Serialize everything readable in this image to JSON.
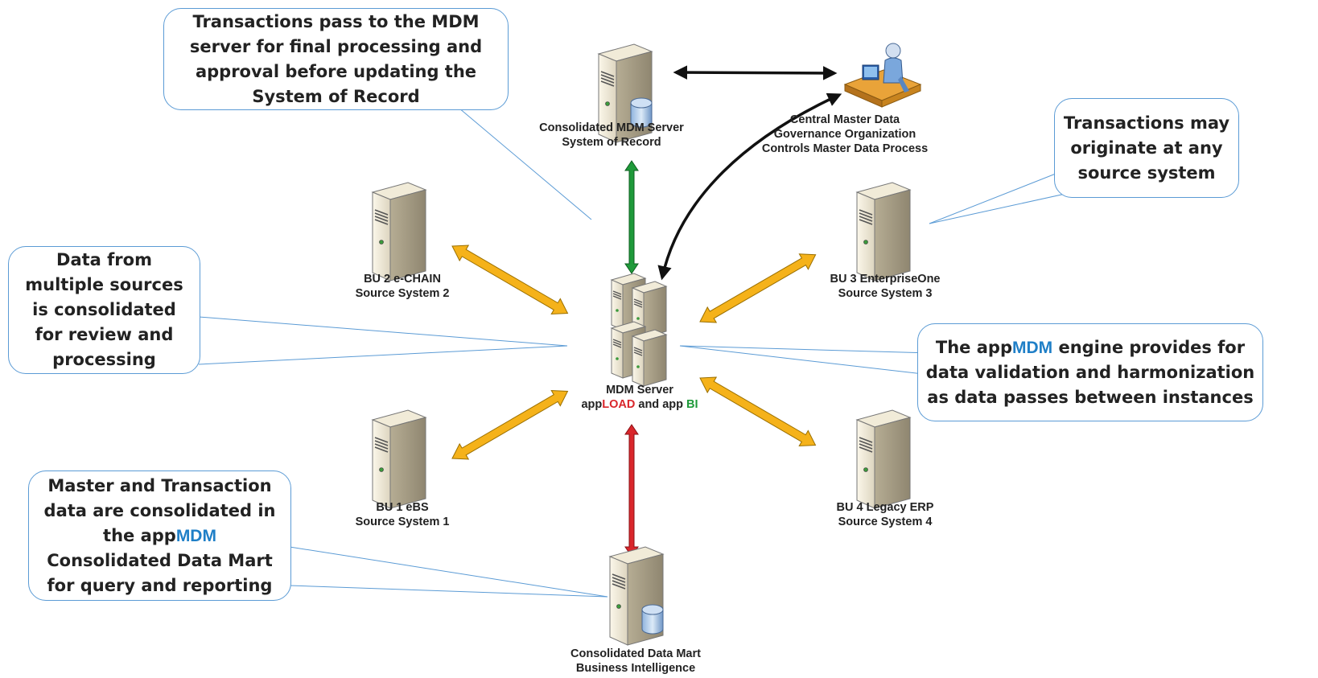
{
  "callouts": {
    "top_left": [
      "Transactions pass to the MDM",
      "server for final processing and",
      "approval before updating the",
      "System of Record"
    ],
    "left": [
      "Data from",
      "multiple sources",
      "is consolidated",
      "for review and",
      "processing"
    ],
    "bottom_left": {
      "line1": "Master and Transaction",
      "line2": "data are  consolidated in",
      "line3_prefix": "the app",
      "line3_brand": "MDM",
      "line4": "Consolidated Data Mart",
      "line5": "for query and reporting"
    },
    "right_top": [
      "Transactions may",
      "originate at any",
      "source system"
    ],
    "right_mid": {
      "line1_prefix": "The app",
      "line1_brand": "MDM",
      "line1_suffix": " engine provides for",
      "line2": "data validation and harmonization",
      "line3": "as data passes between instances"
    }
  },
  "nodes": {
    "consolidated_mdm": [
      "Consolidated MDM Server",
      "System of Record"
    ],
    "governance": [
      "Central Master Data",
      "Governance Organization",
      "Controls Master Data Process"
    ],
    "bu2": [
      "BU 2  e-CHAIN",
      "Source System 2"
    ],
    "bu3": [
      "BU 3 EnterpriseOne",
      "Source System 3"
    ],
    "mdm_server": {
      "title": "MDM Server",
      "app1": "app",
      "app1_brand": "LOAD",
      "and": " and app ",
      "app2_brand": "BI"
    },
    "bu1": [
      "BU 1 eBS",
      "Source System 1"
    ],
    "bu4": [
      "BU 4 Legacy ERP",
      "Source System 4"
    ],
    "data_mart": [
      "Consolidated Data Mart",
      "Business Intelligence"
    ]
  },
  "icons": [
    "server-icon",
    "database-icon",
    "server-cluster-icon",
    "user-at-desk-icon"
  ],
  "colors": {
    "callout_border": "#5b9bd5",
    "arrow_yellow": "#f5b21a",
    "arrow_green": "#1f9a3a",
    "arrow_red": "#d9262b",
    "arrow_black": "#111111",
    "brand_blue": "#1f7fc7"
  }
}
